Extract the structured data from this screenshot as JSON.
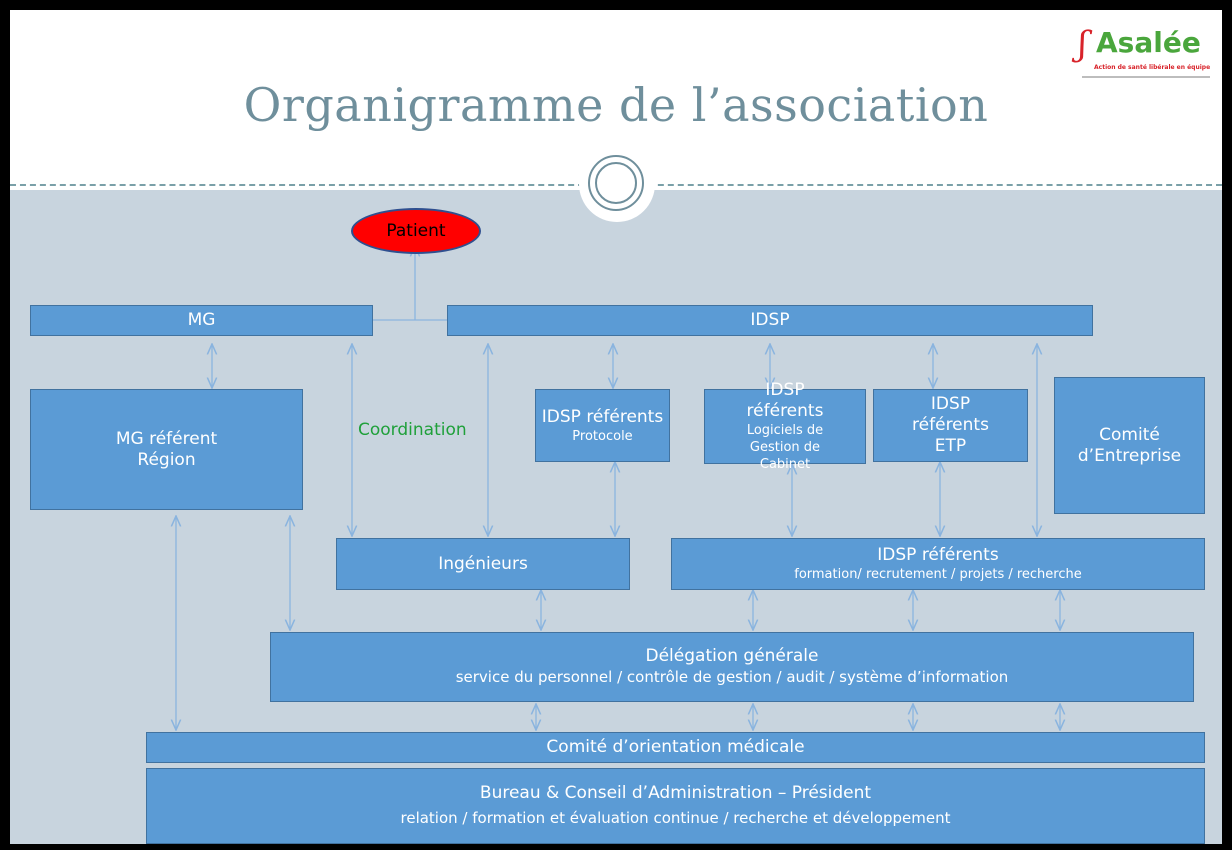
{
  "logo": {
    "name": "Asalée",
    "tagline": "Action de santé libérale en équipe"
  },
  "title": "Organigramme de l’association",
  "nodes": {
    "patient": "Patient",
    "mg": "MG",
    "idsp": "IDSP",
    "mg_referent": "MG référent Région",
    "coordination": "Coordination",
    "idsp_ref_protocole": {
      "title": "IDSP référents",
      "sub": "Protocole"
    },
    "idsp_ref_logiciels": {
      "title": "IDSP référents",
      "sub": "Logiciels de Gestion de Cabinet"
    },
    "idsp_ref_etp": "IDSP référents ETP",
    "comite_entreprise": "Comité d’Entreprise",
    "ingenieurs": "Ingénieurs",
    "idsp_ref_formation": {
      "title": "IDSP référents",
      "sub": "formation/ recrutement / projets / recherche"
    },
    "delegation": {
      "title": "Délégation générale",
      "sub": "service du personnel / contrôle de gestion / audit / système d’information"
    },
    "comite_orientation": "Comité d’orientation médicale",
    "bureau": {
      "title": "Bureau & Conseil d’Administration – Président",
      "sub": "relation / formation et évaluation continue / recherche et développement"
    }
  },
  "colors": {
    "box": "#5b9bd5",
    "patient": "#ff0000",
    "coordination": "#1fa03a",
    "background": "#c8d4de",
    "title": "#6f8f9c"
  }
}
